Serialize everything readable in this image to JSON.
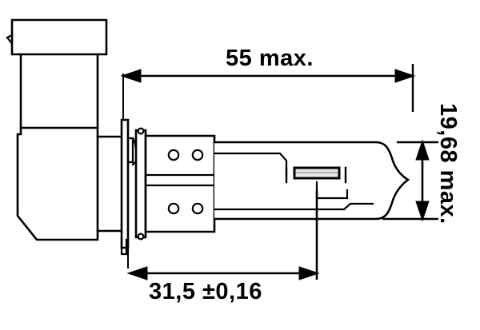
{
  "drawing": {
    "title": "Automotive halogen bulb outline drawing",
    "background_color": "#ffffff",
    "line_color": "#000000",
    "fill_color": "#ffffff",
    "filament_fill_color": "#e8e8e8",
    "dimensions": {
      "length": {
        "label": "55 max.",
        "value": "55",
        "qualifier": "max.",
        "orientation": "horizontal",
        "position": "top"
      },
      "height": {
        "label": "19,68 max.",
        "value": "19,68",
        "qualifier": "max.",
        "orientation": "vertical",
        "position": "right"
      },
      "seating_length": {
        "label": "31,5 ±0,16",
        "value": "31,5",
        "tolerance": "±0,16",
        "orientation": "horizontal",
        "position": "bottom"
      }
    },
    "features": [
      {
        "name": "connector-cap",
        "description": "Rectangular connector cap at top left"
      },
      {
        "name": "connector-body",
        "description": "Angled connector housing with chamfered lower left corner"
      },
      {
        "name": "mounting-flange",
        "description": "Flange with sealing ring"
      },
      {
        "name": "base-holder",
        "description": "Base holder block with four locating holes"
      },
      {
        "name": "glass-envelope",
        "description": "Glass bulb envelope with pinched tip"
      },
      {
        "name": "filament",
        "description": "Shaded filament coil inside envelope"
      }
    ]
  }
}
